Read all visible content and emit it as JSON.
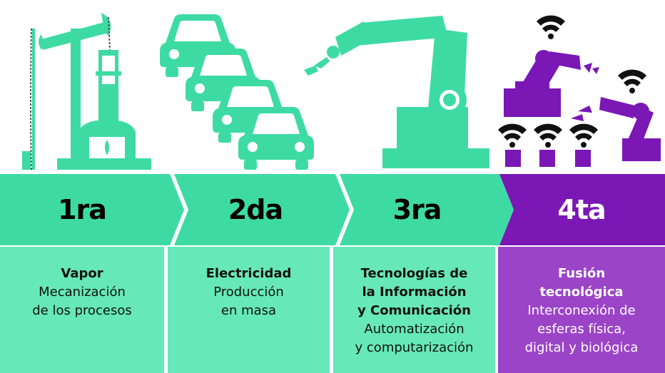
{
  "colors": {
    "green": "#3ddba3",
    "light_green": "#66e8b9",
    "purple": "#7a17b5",
    "light_purple": "#9b44c7"
  },
  "stages": [
    {
      "label": "1ra",
      "title": "Vapor",
      "desc_lines": [
        "Mecanización",
        "de los procesos"
      ],
      "icon": "steam-engine-icon"
    },
    {
      "label": "2da",
      "title": "Electricidad",
      "desc_lines": [
        "Producción",
        "en masa"
      ],
      "icon": "cars-assembly-icon"
    },
    {
      "label": "3ra",
      "title_lines": [
        "Tecnologías de",
        "la Información",
        "y Comunicación"
      ],
      "desc_lines": [
        "Automatización",
        "y computarización"
      ],
      "icon": "robot-arm-icon"
    },
    {
      "label": "4ta",
      "title_lines": [
        "Fusión",
        "tecnológica"
      ],
      "desc_lines": [
        "Interconexión de",
        "esferas física,",
        "digital y biológica"
      ],
      "icon": "connected-robots-icon"
    }
  ]
}
